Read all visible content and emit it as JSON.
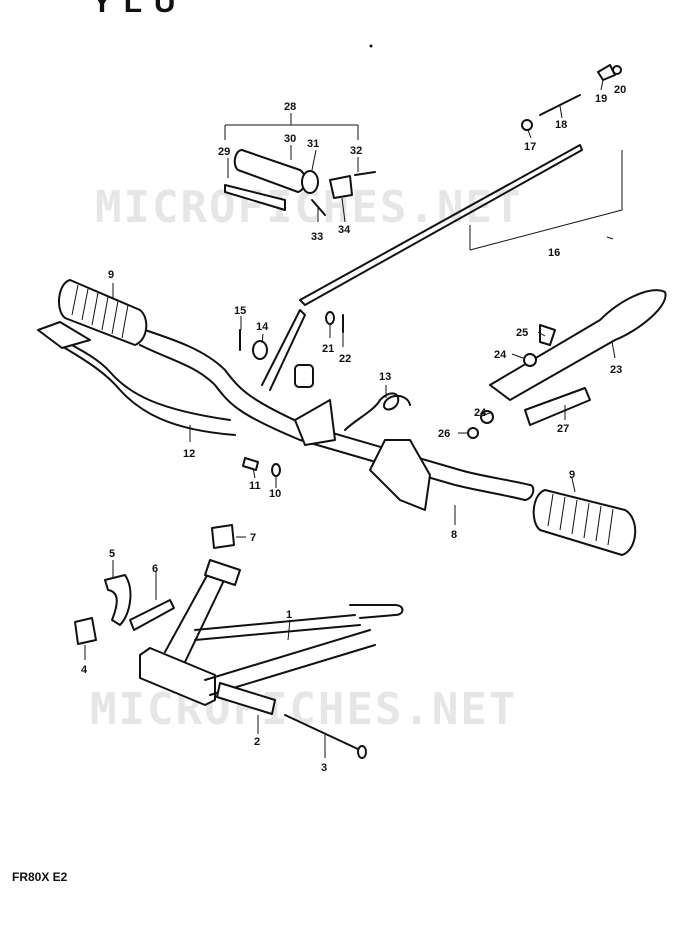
{
  "heading": "Y L U",
  "model_code": "FR80X E2",
  "watermarks": [
    "MICROFICHES.NET",
    "MICROFICHES.NET"
  ],
  "parts": {
    "p1": "1",
    "p2": "2",
    "p3": "3",
    "p4": "4",
    "p5": "5",
    "p6": "6",
    "p7": "7",
    "p8": "8",
    "p9a": "9",
    "p9b": "9",
    "p10": "10",
    "p11": "11",
    "p12": "12",
    "p13": "13",
    "p14": "14",
    "p15": "15",
    "p16": "16",
    "p17": "17",
    "p18": "18",
    "p19": "19",
    "p20": "20",
    "p21": "21",
    "p22": "22",
    "p23": "23",
    "p24a": "24",
    "p24b": "24",
    "p25": "25",
    "p26": "26",
    "p27": "27",
    "p28": "28",
    "p29": "29",
    "p30": "30",
    "p31": "31",
    "p32": "32",
    "p33": "33",
    "p34": "34"
  }
}
